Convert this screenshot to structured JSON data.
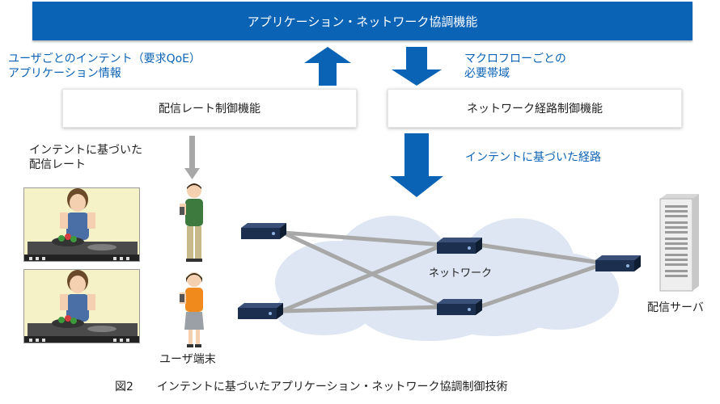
{
  "top_banner": {
    "label": "アプリケーション・ネットワーク協調機能"
  },
  "left_up_label": {
    "line1": "ユーザごとのインテント（要求QoE）",
    "line2": "アプリケーション情報"
  },
  "right_down_label": {
    "line1": "マクロフローごとの",
    "line2": "必要帯域"
  },
  "rate_control_box": {
    "label": "配信レート制御機能"
  },
  "route_control_box": {
    "label": "ネットワーク経路制御機能"
  },
  "intent_rate_label": {
    "line1": "インテントに基づいた",
    "line2": "配信レート"
  },
  "intent_route_label": {
    "label": "インテントに基づいた経路"
  },
  "network_label": "ネットワーク",
  "user_terminal_label": "ユーザ端末",
  "server_label": "配信サーバ",
  "figure_caption": {
    "number": "図2",
    "title": "インテントに基づいたアプリケーション・ネットワーク協調制御技術"
  },
  "colors": {
    "accent_blue": "#0b63b6",
    "arrow_gray": "#a8a8a8",
    "cloud": "#dde6f2",
    "device": "#1c2f4f"
  }
}
